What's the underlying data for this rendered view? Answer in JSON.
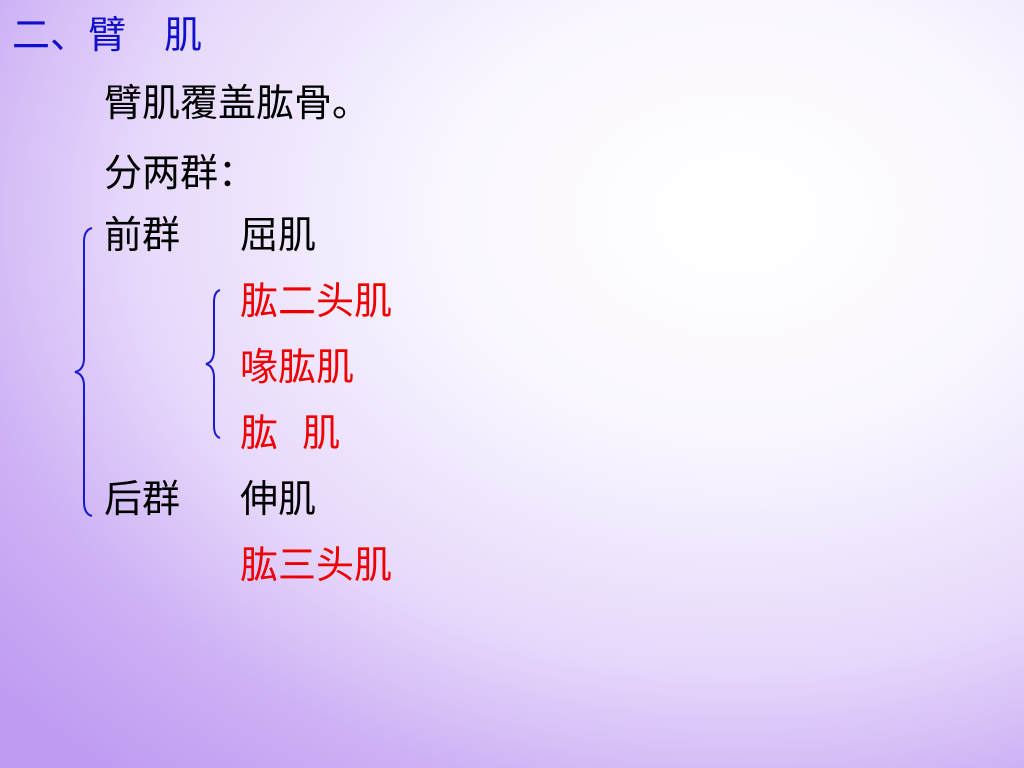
{
  "slide": {
    "title": "二、臂　肌",
    "intro_1": "臂肌覆盖肱骨。",
    "intro_2": "分两群：",
    "front_group": {
      "label": "前群",
      "category": "屈肌",
      "muscles": [
        "肱二头肌",
        "喙肱肌",
        "肱  肌"
      ]
    },
    "back_group": {
      "label": "后群",
      "category": "伸肌",
      "muscles": [
        "肱三头肌"
      ]
    }
  },
  "colors": {
    "title": "#1010cc",
    "body_text": "#000000",
    "muscle_names": "#ee0000",
    "brace": "#1a1acc"
  }
}
